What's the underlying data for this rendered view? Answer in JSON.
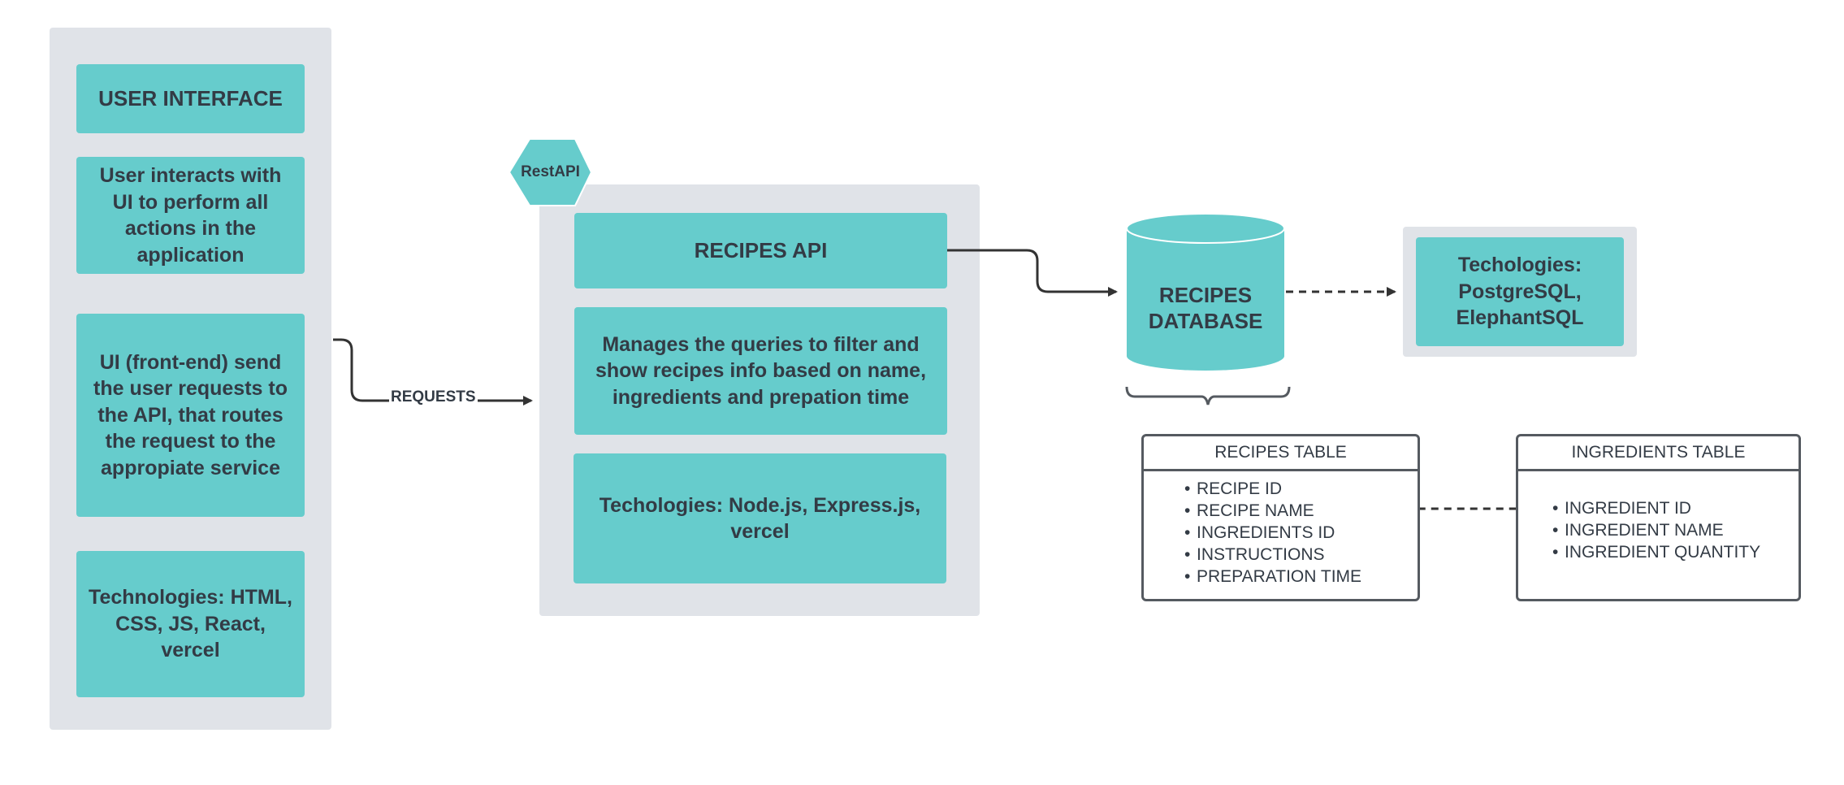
{
  "frontend": {
    "title": "USER INTERFACE",
    "description": "User interacts with UI to perform all actions in the application",
    "flow": "UI (front-end) send the user requests to the API, that routes the request to the appropiate service",
    "technologies": "Technologies: HTML, CSS, JS, React, vercel"
  },
  "connector": {
    "label": "REQUESTS"
  },
  "api": {
    "badge": "RestAPI",
    "title": "RECIPES API",
    "description": "Manages the queries to filter and show recipes info based on name, ingredients and prepation time",
    "technologies": "Techologies: Node.js, Express.js, vercel"
  },
  "database": {
    "label_line1": "RECIPES",
    "label_line2": "DATABASE",
    "technologies": "Techologies: PostgreSQL, ElephantSQL"
  },
  "recipes_table": {
    "title": "RECIPES TABLE",
    "fields": [
      "RECIPE ID",
      "RECIPE NAME",
      "INGREDIENTS ID",
      "INSTRUCTIONS",
      "PREPARATION TIME"
    ]
  },
  "ingredients_table": {
    "title": "INGREDIENTS TABLE",
    "fields": [
      "INGREDIENT ID",
      "INGREDIENT NAME",
      "INGREDIENT QUANTITY"
    ]
  },
  "colors": {
    "box_fill": "#66cccc",
    "panel_fill": "#e0e3e8",
    "text": "#333b45",
    "line": "#333333"
  }
}
